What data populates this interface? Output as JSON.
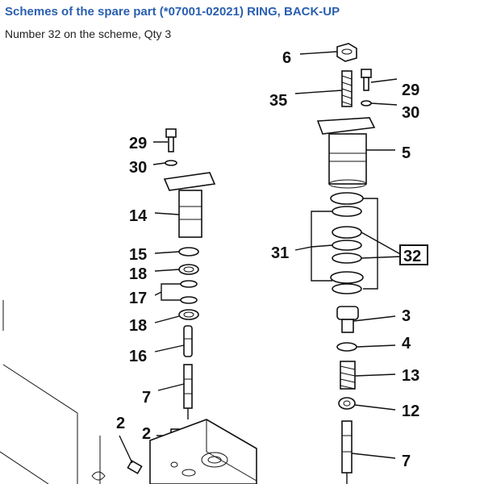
{
  "header": {
    "title": "Schemes of the spare part (*07001-02021) RING, BACK-UP",
    "subtitle": "Number 32 on the scheme, Qty 3"
  },
  "scheme": {
    "highlighted_callout": "32",
    "callouts": {
      "c6": "6",
      "c35": "35",
      "c29r": "29",
      "c30r": "30",
      "c5": "5",
      "c31": "31",
      "c32": "32",
      "c3": "3",
      "c4": "4",
      "c13": "13",
      "c12": "12",
      "c7r": "7",
      "c29l": "29",
      "c30l": "30",
      "c14": "14",
      "c15": "15",
      "c18a": "18",
      "c17": "17",
      "c18b": "18",
      "c16": "16",
      "c7l": "7",
      "c2a": "2",
      "c2b": "2"
    },
    "colors": {
      "title": "#2a5fb0",
      "ink": "#111111"
    }
  }
}
